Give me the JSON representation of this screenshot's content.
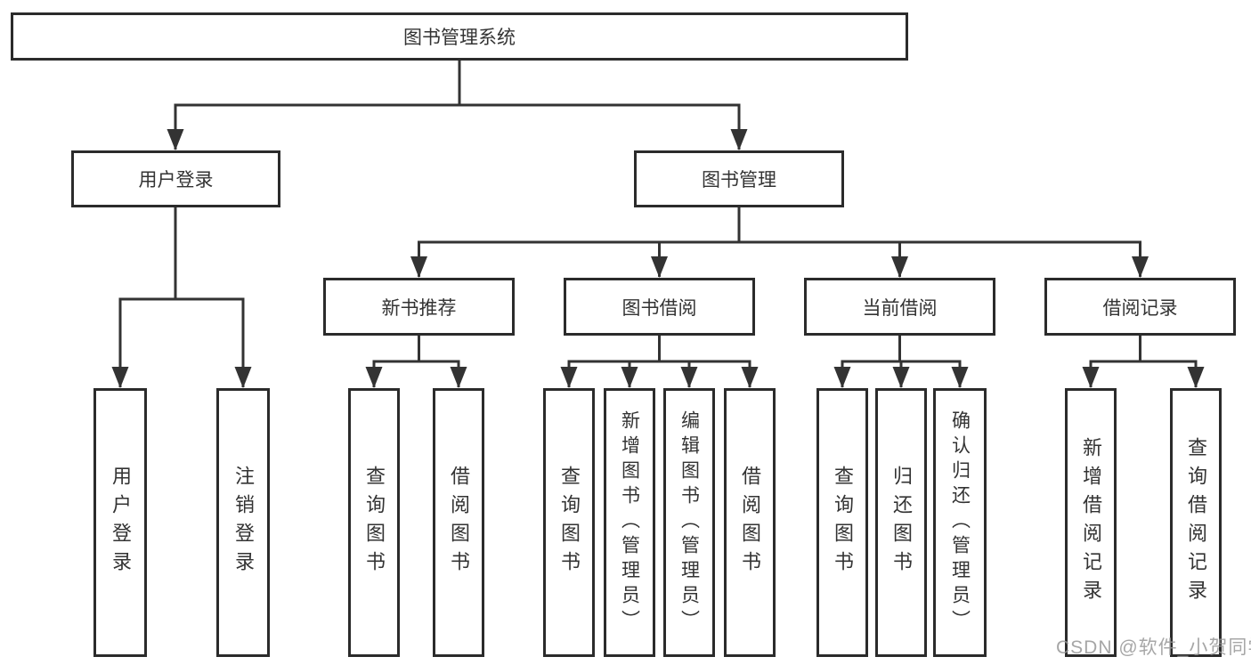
{
  "diagram": {
    "root": {
      "label": "图书管理系统"
    },
    "user_login_branch": {
      "label": "用户登录",
      "children": [
        {
          "label": "用户登录"
        },
        {
          "label": "注销登录"
        }
      ]
    },
    "book_mgmt_branch": {
      "label": "图书管理",
      "sections": [
        {
          "label": "新书推荐",
          "children": [
            {
              "label": "查询图书"
            },
            {
              "label": "借阅图书"
            }
          ]
        },
        {
          "label": "图书借阅",
          "children": [
            {
              "label": "查询图书"
            },
            {
              "label": "新增图书（管理员）"
            },
            {
              "label": "编辑图书（管理员）"
            },
            {
              "label": "借阅图书"
            }
          ]
        },
        {
          "label": "当前借阅",
          "children": [
            {
              "label": "查询图书"
            },
            {
              "label": "归还图书"
            },
            {
              "label": "确认归还（管理员）"
            }
          ]
        },
        {
          "label": "借阅记录",
          "children": [
            {
              "label": "新增借阅记录"
            },
            {
              "label": "查询借阅记录"
            }
          ]
        }
      ]
    }
  },
  "watermark": {
    "text": "CSDN @软件_小贺同学"
  },
  "colors": {
    "line": "#333333",
    "box_border": "#2b2b2b",
    "box_fill": "#ffffff",
    "text": "#333333",
    "watermark": "#969696",
    "background": "#ffffff"
  }
}
